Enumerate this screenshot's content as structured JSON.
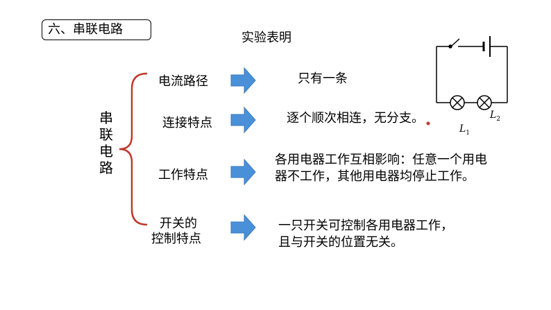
{
  "title": "六、串联电路",
  "subtitle": "实验表明",
  "vertical_label": "串联电路",
  "rows": [
    {
      "label": "电流路径",
      "desc": "只有一条"
    },
    {
      "label": "连接特点",
      "desc": "逐个顺次相连，无分支。"
    },
    {
      "label": "工作特点",
      "desc_line1": "各用电器工作互相影响：任意一个用电",
      "desc_line2": "器不工作，其他用电器均停止工作。"
    },
    {
      "label_line1": "开关的",
      "label_line2": "控制特点",
      "desc_line1": "一只开关可控制各用电器工作，",
      "desc_line2": "且与开关的位置无关。"
    }
  ],
  "circuit": {
    "lamp1_label": "L",
    "lamp1_sub": "1",
    "lamp2_label": "L",
    "lamp2_sub": "2"
  },
  "colors": {
    "brace": "#c0392b",
    "arrow": "#4a90d9",
    "arrow_stroke": "#3a7bbf"
  }
}
